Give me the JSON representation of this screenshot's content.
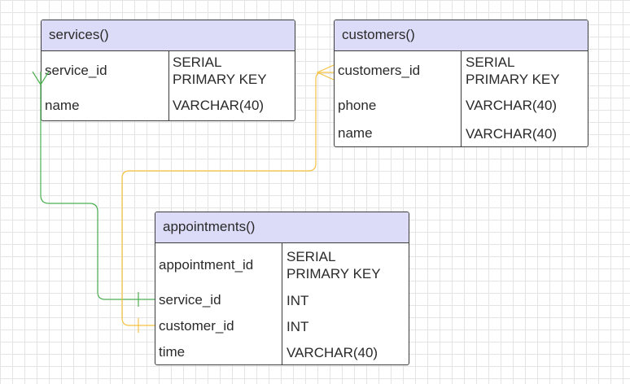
{
  "tables": {
    "services": {
      "title": "services()",
      "rows": [
        {
          "name": "service_id",
          "type": "SERIAL\nPRIMARY KEY"
        },
        {
          "name": "name",
          "type": "VARCHAR(40)"
        }
      ]
    },
    "customers": {
      "title": "customers()",
      "rows": [
        {
          "name": "customers_id",
          "type": "SERIAL\nPRIMARY KEY"
        },
        {
          "name": "phone",
          "type": "VARCHAR(40)"
        },
        {
          "name": "name",
          "type": "VARCHAR(40)"
        }
      ]
    },
    "appointments": {
      "title": "appointments()",
      "rows": [
        {
          "name": "appointment_id",
          "type": "SERIAL\nPRIMARY KEY"
        },
        {
          "name": "service_id",
          "type": "INT"
        },
        {
          "name": "customer_id",
          "type": "INT"
        },
        {
          "name": "time",
          "type": "VARCHAR(40)"
        }
      ]
    }
  },
  "colors": {
    "header_fill": "#dcdcf8",
    "border": "#3c3c3c",
    "link_services": "#4caf50",
    "link_customers": "#f5c242"
  },
  "relations": [
    {
      "from": "services.service_id",
      "to": "appointments.service_id",
      "from_end": "crow-foot",
      "to_end": "one"
    },
    {
      "from": "customers.customers_id",
      "to": "appointments.customer_id",
      "from_end": "crow-foot",
      "to_end": "one"
    }
  ]
}
